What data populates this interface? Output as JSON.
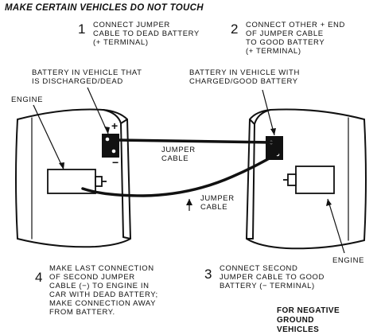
{
  "title": "MAKE CERTAIN VEHICLES DO NOT TOUCH",
  "steps": [
    {
      "num": "1",
      "lines": [
        "CONNECT JUMPER",
        "CABLE TO DEAD BATTERY",
        "(+ TERMINAL)"
      ]
    },
    {
      "num": "2",
      "lines": [
        "CONNECT OTHER + END",
        "OF JUMPER CABLE",
        "TO GOOD BATTERY",
        "(+ TERMINAL)"
      ]
    },
    {
      "num": "3",
      "lines": [
        "CONNECT SECOND",
        "JUMPER CABLE TO GOOD",
        "BATTERY (− TERMINAL)"
      ]
    },
    {
      "num": "4",
      "lines": [
        "MAKE LAST CONNECTION",
        "OF SECOND JUMPER",
        "CABLE (−) TO ENGINE IN",
        "CAR WITH DEAD BATTERY;",
        "MAKE CONNECTION AWAY",
        "FROM BATTERY."
      ]
    }
  ],
  "labels": {
    "dead_battery": [
      "BATTERY IN VEHICLE THAT",
      "IS DISCHARGED/DEAD"
    ],
    "good_battery": [
      "BATTERY IN VEHICLE WITH",
      "CHARGED/GOOD BATTERY"
    ],
    "engine_left": "ENGINE",
    "engine_right": "ENGINE",
    "cable_top": [
      "JUMPER",
      "CABLE"
    ],
    "cable_bottom": [
      "JUMPER",
      "CABLE"
    ],
    "plus_sign": "+",
    "minus_sign": "−"
  },
  "note": [
    "FOR NEGATIVE GROUND",
    "VEHICLES"
  ]
}
